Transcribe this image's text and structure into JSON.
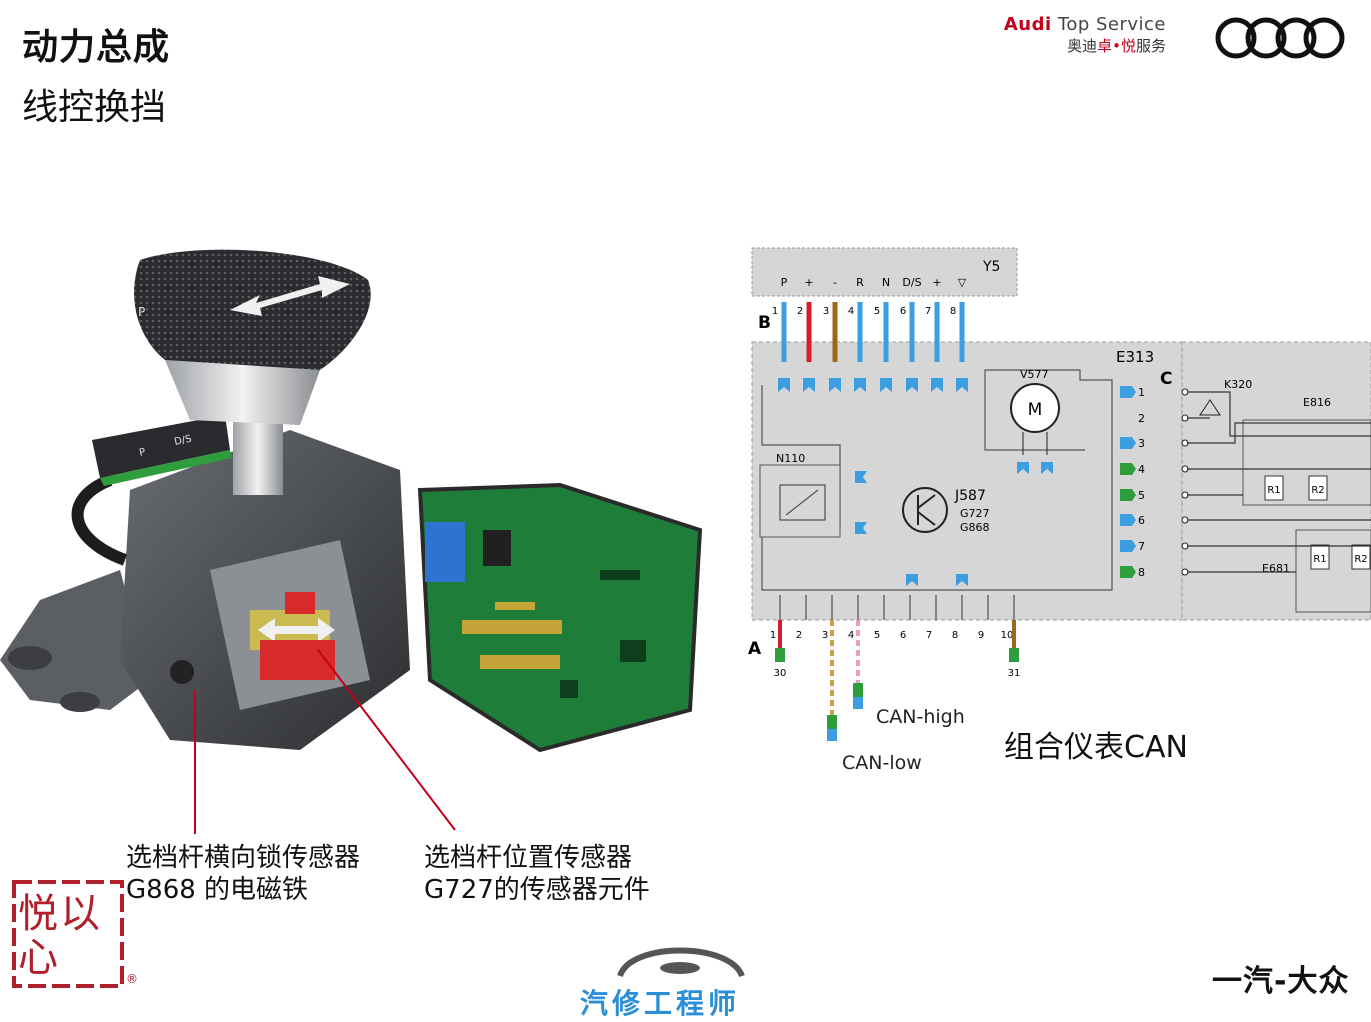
{
  "header": {
    "title": "动力总成",
    "subtitle": "线控换挡",
    "brand_line1_audi": "Audi",
    "brand_line1_rest": " Top Service",
    "brand_line2_a": "奥迪",
    "brand_line2_b": "卓•悦",
    "brand_line2_c": "服务",
    "logo": "audi-four-rings"
  },
  "left_figure": {
    "knob_mark": "P",
    "panel_marks": [
      "P",
      "D/S"
    ],
    "callout_left": {
      "line1": "选档杆横向锁传感器",
      "line2": "G868 的电磁铁"
    },
    "callout_right": {
      "line1": "选档杆位置传感器",
      "line2": "G727的传感器元件"
    }
  },
  "wiring": {
    "y5": {
      "label": "Y5",
      "pin_symbols": [
        "P",
        "+",
        "-",
        "R",
        "N",
        "D/S",
        "+",
        "▽"
      ],
      "pin_numbers": [
        "1",
        "2",
        "3",
        "4",
        "5",
        "6",
        "7",
        "8"
      ]
    },
    "connector_b": "B",
    "connector_a": "A",
    "connector_c": "C",
    "e313": "E313",
    "v577": "V577",
    "motor_symbol": "M",
    "n110": "N110",
    "j587": "J587",
    "g727": "G727",
    "g868": "G868",
    "c_pins": [
      "1",
      "2",
      "3",
      "4",
      "5",
      "6",
      "7",
      "8"
    ],
    "a_pins": [
      "1",
      "2",
      "3",
      "4",
      "5",
      "6",
      "7",
      "8",
      "9",
      "10"
    ],
    "a_terminals": {
      "left": "30",
      "right": "31"
    },
    "k320": "K320",
    "e816": "E816",
    "e681": "E681",
    "resistors": [
      "R1",
      "R2",
      "R1",
      "R2"
    ],
    "can_high": "CAN-high",
    "can_low": "CAN-low",
    "can_title": "组合仪表CAN"
  },
  "footer": {
    "seal_text": "悦以心",
    "registered": "®",
    "watermark": "汽修工程师",
    "brand": "一汽-大众"
  },
  "colors": {
    "blue_wire": "#3b9ee0",
    "red_wire": "#d21f2a",
    "brown_wire": "#9a6a1c",
    "green_terminal": "#2e9e3d",
    "diagram_bg": "#d6d6d6",
    "callout_line": "#c4001a"
  }
}
